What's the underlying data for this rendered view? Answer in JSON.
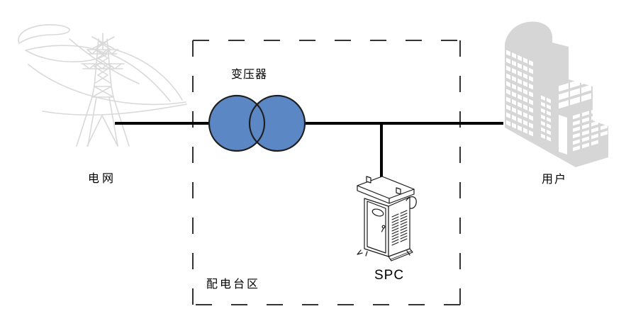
{
  "diagram": {
    "grid_label": "电网",
    "transformer_label": "变压器",
    "distribution_area_label": "配电台区",
    "spc_label": "SPC",
    "users_label": "用户",
    "colors": {
      "clipart_gray": "#D9D9D9",
      "building_gray": "#D6D6D6",
      "window_white": "#FFFFFF",
      "bus_line": "#000000",
      "dashed_border": "#333333",
      "transformer_fill": "#5B87C5",
      "transformer_stroke": "#1F1F1F",
      "cabinet_stroke": "#1A1A1A"
    }
  }
}
